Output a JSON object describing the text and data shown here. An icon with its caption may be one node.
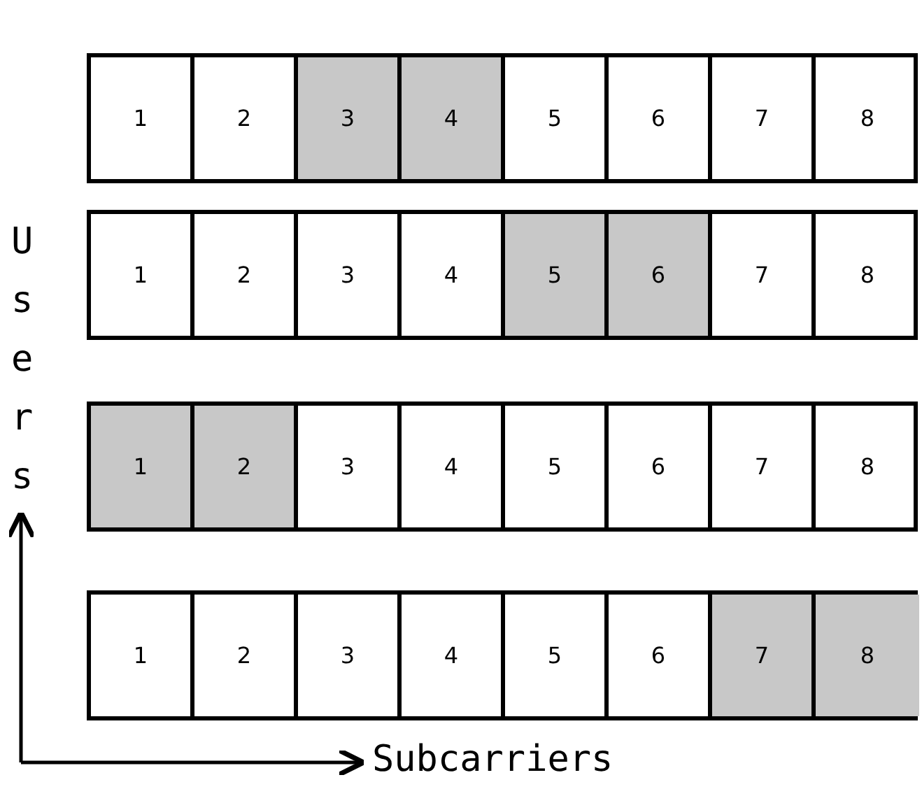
{
  "diagram": {
    "nodes": [
      {
        "text": [],
        "shape": "bar"
      },
      {
        "text": [
          "1"
        ],
        "in": 0
      },
      {
        "text": [
          "2"
        ],
        "in": 0
      },
      {
        "text": [
          "3"
        ],
        "in": 0
      },
      {
        "text": [
          "4"
        ],
        "in": 0
      },
      {
        "text": [
          "5"
        ],
        "in": 0
      },
      {
        "text": [
          "6"
        ],
        "in": 0
      },
      {
        "text": [
          "7"
        ],
        "in": 0
      },
      {
        "text": [
          "8"
        ],
        "in": 0
      },
      {
        "text": [],
        "shape": "bar"
      },
      {
        "text": [
          "1"
        ],
        "in": 9
      },
      {
        "text": [
          "2"
        ],
        "in": 9
      },
      {
        "text": [
          "3"
        ],
        "in": 9
      },
      {
        "text": [
          "4"
        ],
        "in": 9
      },
      {
        "text": [
          "5"
        ],
        "in": 9
      },
      {
        "text": [
          "6"
        ],
        "in": 9
      },
      {
        "text": [
          "7"
        ],
        "in": 9
      },
      {
        "text": [
          "8"
        ],
        "in": 9
      },
      {
        "text": [],
        "shape": "bar"
      },
      {
        "text": [
          "1"
        ],
        "in": 18
      },
      {
        "text": [
          "2"
        ],
        "in": 18
      },
      {
        "text": [
          "3"
        ],
        "in": 18
      },
      {
        "text": [
          "4"
        ],
        "in": 18
      },
      {
        "text": [
          "5"
        ],
        "in": 18
      },
      {
        "text": [
          "6"
        ],
        "in": 18
      },
      {
        "text": [
          "7"
        ],
        "in": 18
      },
      {
        "text": [
          "8"
        ],
        "in": 18
      },
      {
        "text": [],
        "shape": "bar"
      },
      {
        "text": [
          "1"
        ],
        "in": 27
      },
      {
        "text": [
          "2"
        ],
        "in": 27
      },
      {
        "text": [
          "3"
        ],
        "in": 27
      },
      {
        "text": [
          "4"
        ],
        "in": 27
      },
      {
        "text": [
          "5"
        ],
        "in": 27
      },
      {
        "text": [
          "6"
        ],
        "in": 27
      },
      {
        "text": [
          "7"
        ],
        "in": 27
      },
      {
        "text": [
          "8"
        ],
        "in": 27
      }
    ],
    "labels": [
      "Users",
      "Subcarriers"
    ]
  }
}
